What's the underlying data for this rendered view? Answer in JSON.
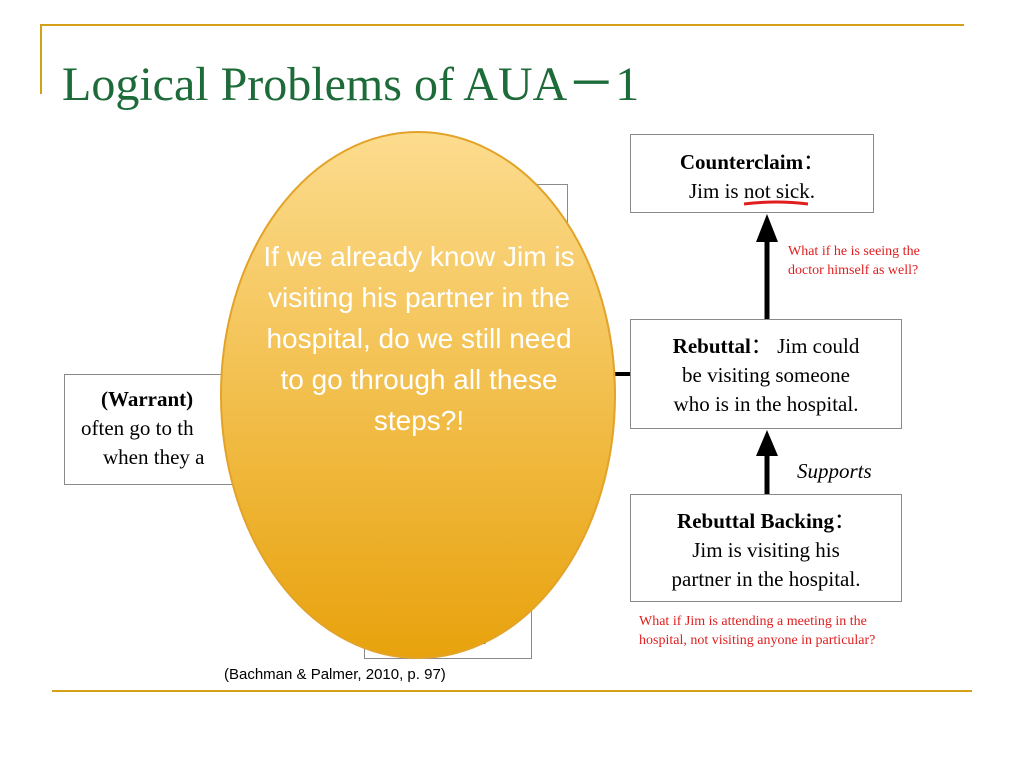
{
  "slide": {
    "title": "Logical Problems of AUA－1",
    "citation": "(Bachman & Palmer, 2010, p. 97)"
  },
  "counterclaim": {
    "label": "Counterclaim",
    "punct": "：",
    "text_before": "Jim ",
    "text_underlined": "is not",
    "text_after": " sick."
  },
  "note_counterclaim": {
    "line1": "What if he is seeing the",
    "line2": "doctor himself as well?"
  },
  "rebuttal": {
    "label": "Rebuttal",
    "punct": "：",
    "line1": "Jim could",
    "line2": "be visiting someone",
    "line3": "who is in the hospital."
  },
  "supports_label": "Supports",
  "rebuttal_backing": {
    "label": "Rebuttal Backing",
    "punct": "：",
    "line1": "Jim is visiting his",
    "line2": "partner in the hospital."
  },
  "note_backing": {
    "line1": "What if Jim is attending a meeting in the",
    "line2": "hospital, not visiting anyone in particular?"
  },
  "warrant": {
    "label": "(Warrant)",
    "line2": "often go to th",
    "line3": "when they a"
  },
  "lower_box_fragment": ".",
  "oval": {
    "text": "If we already know Jim is visiting his partner in the hospital, do we still need to go through all these steps?!",
    "color_top": "#fcdc8e",
    "color_bottom": "#e8a20c"
  },
  "colors": {
    "title": "#1e6b3a",
    "rule": "#d4a017",
    "note": "#e01e1e"
  }
}
